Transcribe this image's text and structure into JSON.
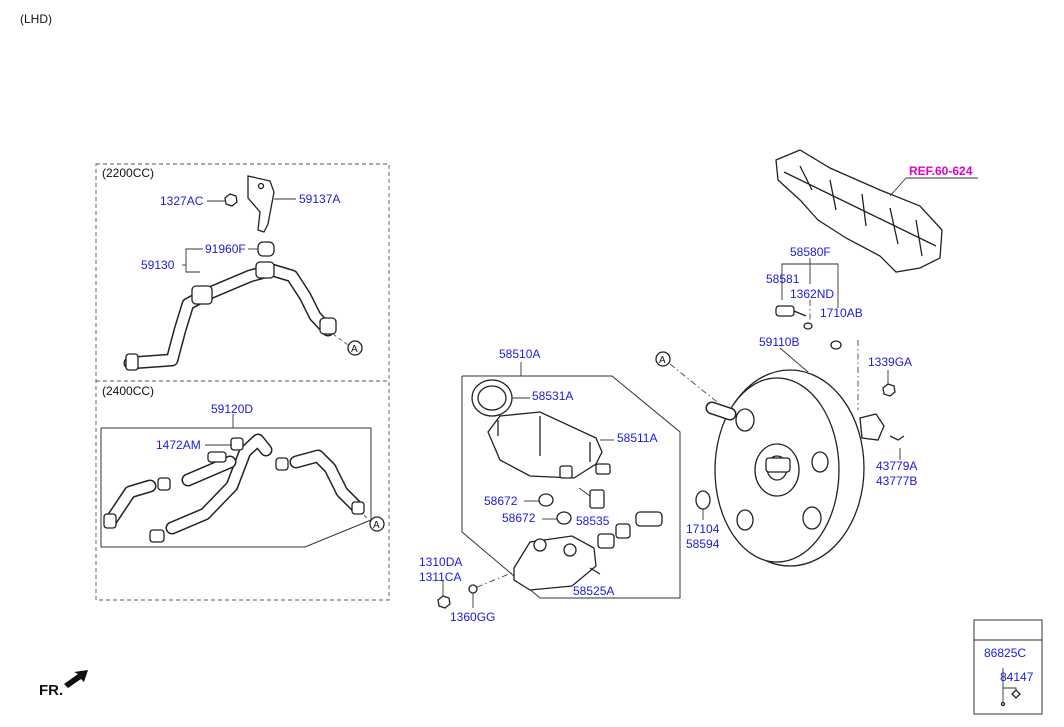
{
  "header": {
    "variant": "(LHD)"
  },
  "sections": {
    "s2200": "(2200CC)",
    "s2400": "(2400CC)"
  },
  "labels": {
    "p1327AC": "1327AC",
    "p59137A": "59137A",
    "p91960F": "91960F",
    "p59130": "59130",
    "p59120D": "59120D",
    "p1472AM": "1472AM",
    "p58510A": "58510A",
    "p58531A": "58531A",
    "p58511A": "58511A",
    "p58672a": "58672",
    "p58672b": "58672",
    "p58535": "58535",
    "p1310DA": "1310DA",
    "p1311CA": "1311CA",
    "p1360GG": "1360GG",
    "p58525A": "58525A",
    "p17104": "17104",
    "p58594": "58594",
    "p58580F": "58580F",
    "p58581": "58581",
    "p1362ND": "1362ND",
    "p1710AB": "1710AB",
    "p59110B": "59110B",
    "p1339GA": "1339GA",
    "p43779A": "43779A",
    "p43777B": "43777B",
    "p86825C": "86825C",
    "p84147": "84147"
  },
  "reference": {
    "label": "REF.60-624"
  },
  "connector_marker": "A",
  "direction": {
    "label": "FR."
  },
  "colors": {
    "part_number": "#1a1adb",
    "reference": "#e000c8",
    "line": "#222222"
  }
}
